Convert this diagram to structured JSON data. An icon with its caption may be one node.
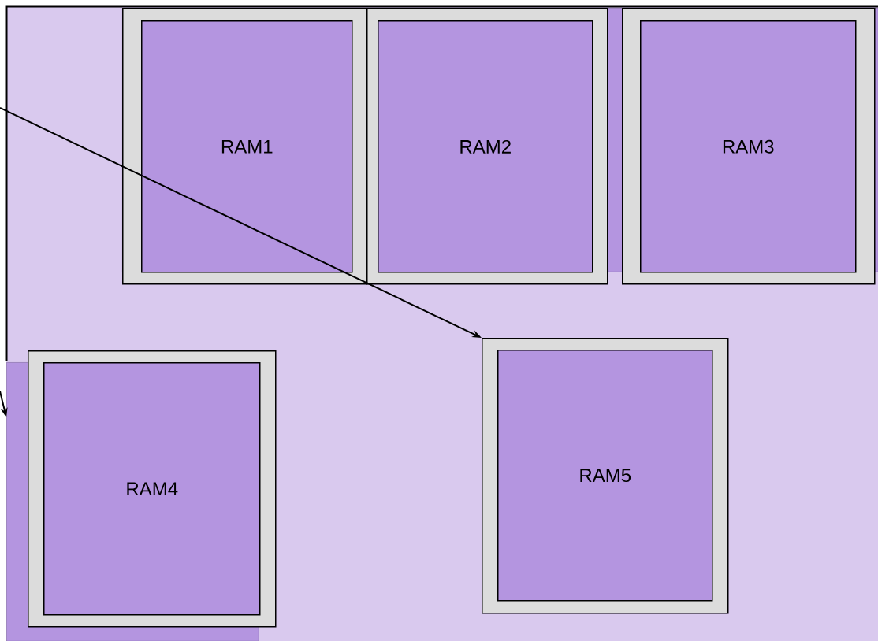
{
  "diagram": {
    "nodes": [
      {
        "text": [],
        "shape": "box"
      },
      {
        "text": [],
        "shape": "box",
        "in": 0
      },
      {
        "text": [],
        "shape": "box",
        "in": 1
      },
      {
        "text": [
          "RAM1"
        ],
        "in": 2
      },
      {
        "text": [],
        "shape": "box",
        "in": 1
      },
      {
        "text": [
          "RAM2"
        ],
        "in": 4
      },
      {
        "text": [],
        "shape": "box",
        "in": 1
      },
      {
        "text": [
          "RAM3"
        ],
        "in": 6
      },
      {
        "text": [],
        "shape": "box",
        "in": 0
      },
      {
        "text": [],
        "shape": "box",
        "in": 0
      },
      {
        "text": [
          "RAM4"
        ],
        "in": 9
      },
      {
        "text": [],
        "shape": "box",
        "in": 0
      },
      {
        "text": [
          "RAM5"
        ],
        "in": 11
      }
    ],
    "edges": [
      {
        "from": null,
        "to": 11,
        "arrow": "to"
      },
      {
        "from": null,
        "to": 8,
        "arrow": "to"
      }
    ]
  }
}
